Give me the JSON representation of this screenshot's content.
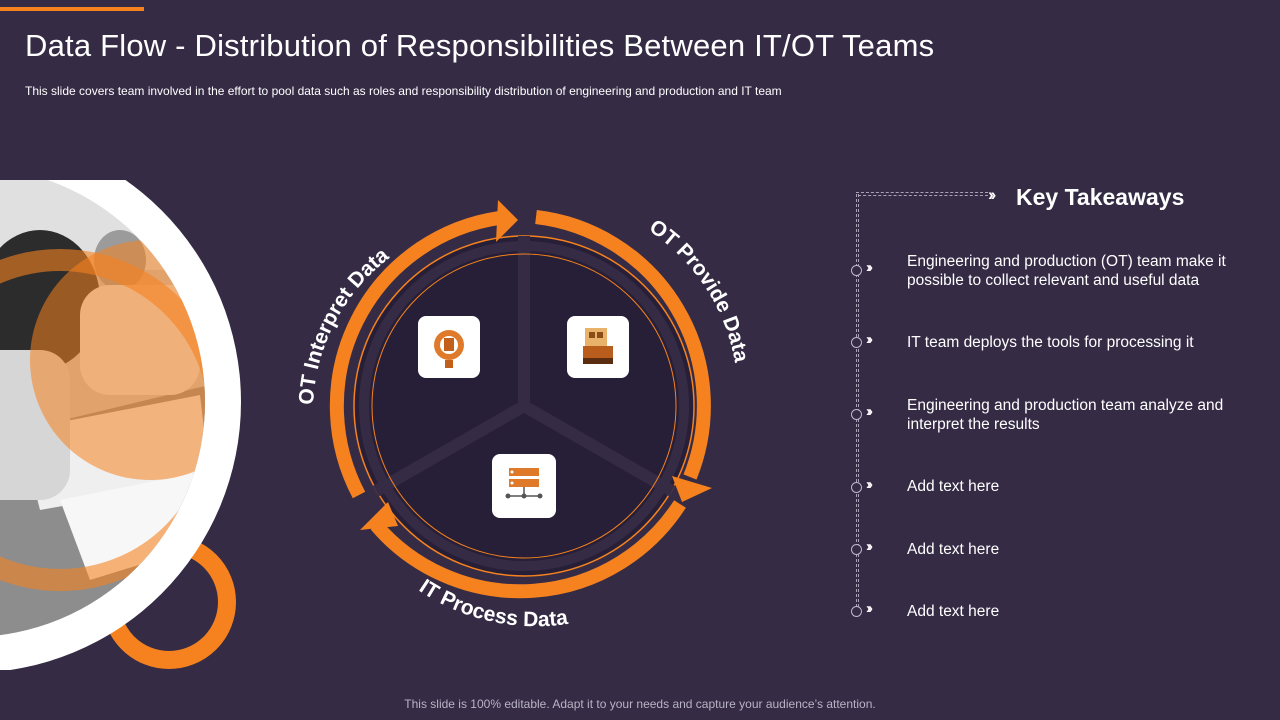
{
  "slide": {
    "title": "Data Flow - Distribution of Responsibilities Between IT/OT Teams",
    "subtitle": "This slide covers team involved  in the effort to pool data such as roles and responsibility distribution of engineering  and production and IT team",
    "footer": "This slide is 100% editable. Adapt it to your needs and capture your audience’s attention."
  },
  "cycle": {
    "labels": {
      "ot_interpret": "OT Interpret Data",
      "ot_provide": "OT Provide Data",
      "it_process": "IT Process Data"
    },
    "icons": [
      "gear-document-icon",
      "server-file-icon",
      "server-network-icon"
    ]
  },
  "takeaways": {
    "title": "Key Takeaways",
    "items": [
      "Engineering and production (OT) team make it possible to collect relevant and useful data",
      "IT team deploys the tools for processing it",
      "Engineering and production team analyze and interpret the results",
      "Add text here",
      "Add text here",
      "Add text here"
    ]
  },
  "colors": {
    "background": "#352b45",
    "accent": "#f5821f",
    "segment": "#271f37",
    "text": "#ffffff"
  }
}
